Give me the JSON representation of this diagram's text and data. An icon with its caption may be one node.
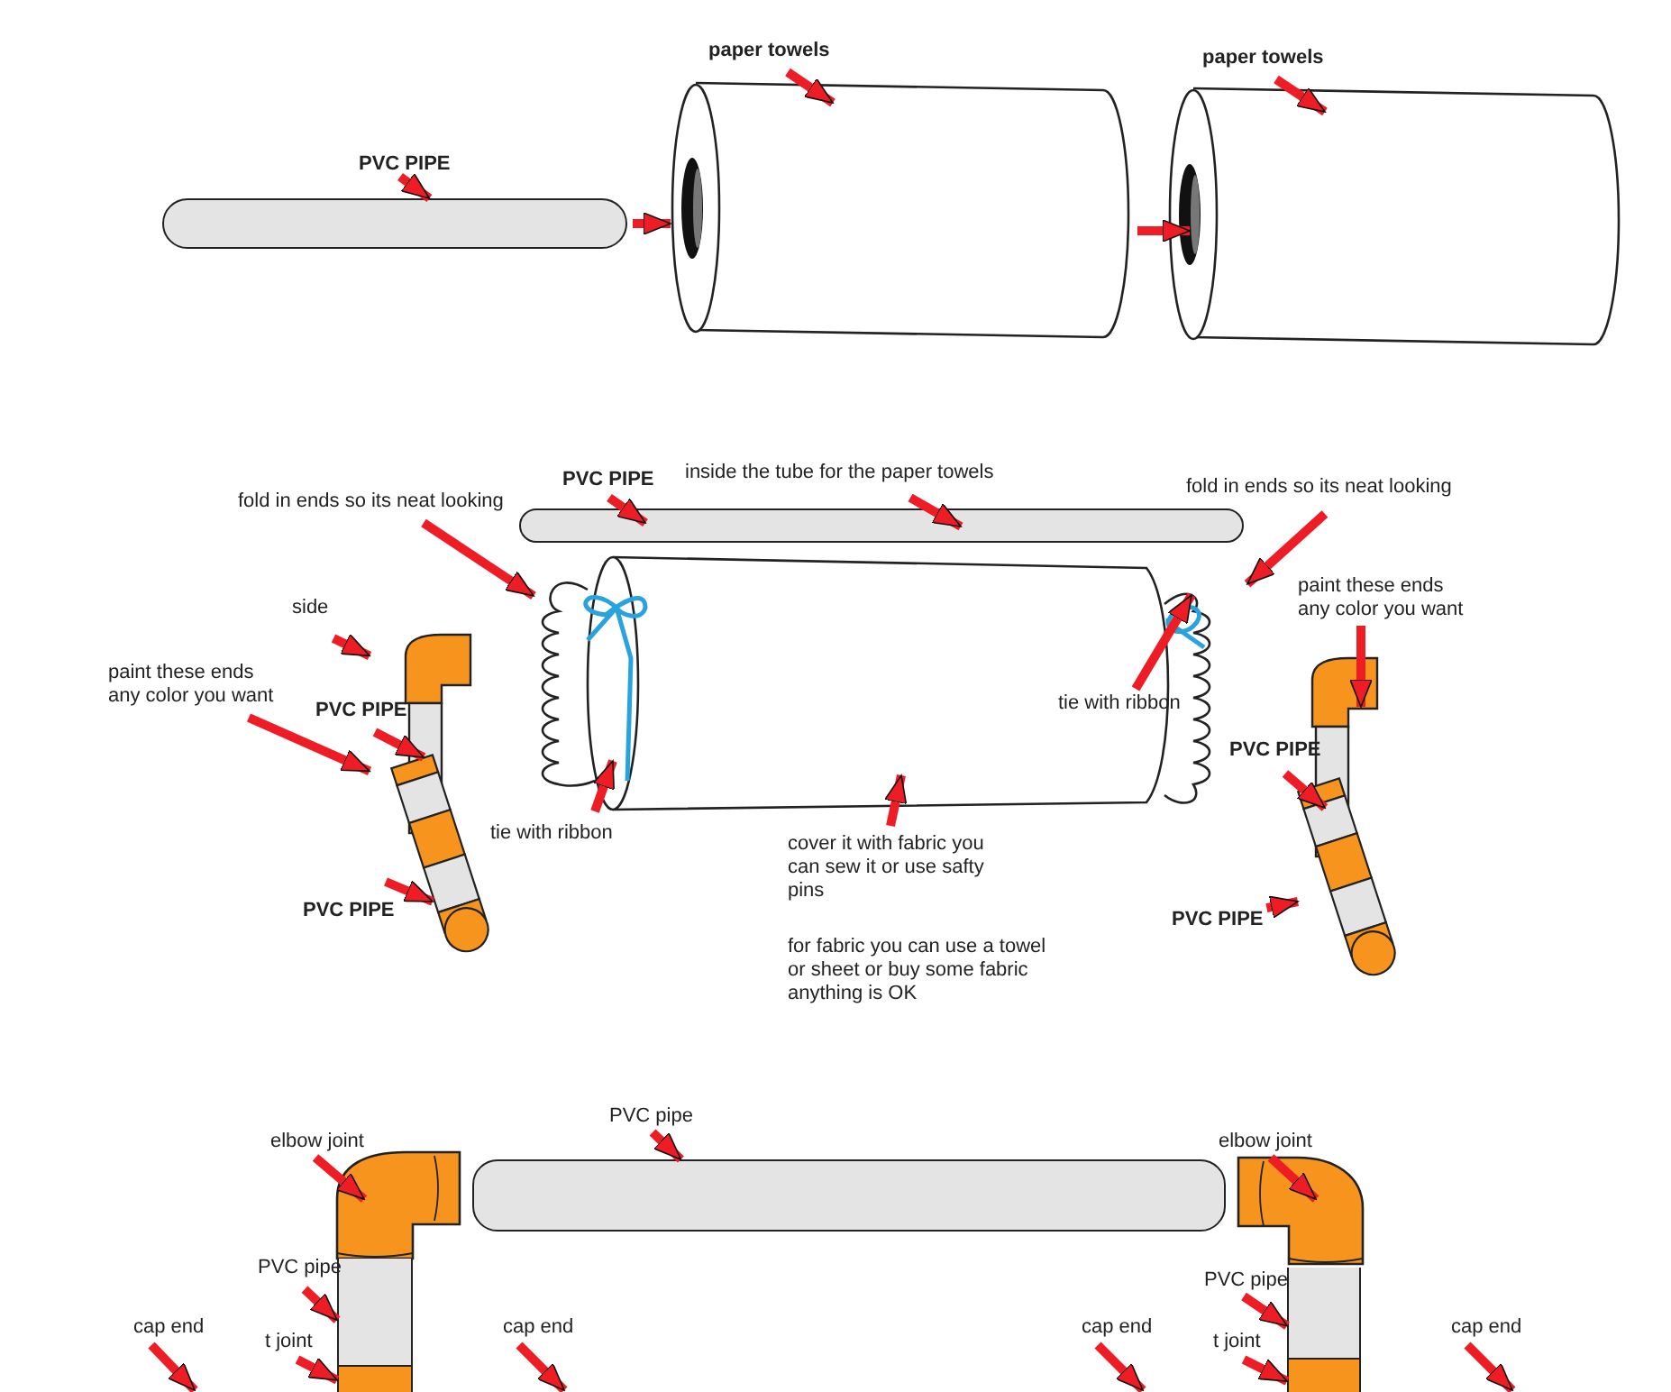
{
  "diagram": {
    "nodes": [
      {
        "text": [
          "paper towels"
        ]
      },
      {
        "text": [
          "paper towels"
        ]
      },
      {
        "text": [
          "PVC PIPE"
        ]
      },
      {
        "text": [],
        "shape": "bar"
      },
      {
        "text": [],
        "shape": "cylinder"
      },
      {
        "text": [],
        "shape": "cylinder"
      },
      {
        "text": [
          "PVC PIPE"
        ]
      },
      {
        "text": [
          "inside the tube for the paper towels"
        ]
      },
      {
        "text": [
          "fold in ends so its neat looking"
        ]
      },
      {
        "text": [
          "fold in ends so its neat looking"
        ]
      },
      {
        "text": [],
        "shape": "bar"
      },
      {
        "text": [],
        "shape": "cylinder"
      },
      {
        "text": [
          "side"
        ]
      },
      {
        "text": [
          "paint these ends any color you want"
        ]
      },
      {
        "text": [
          "PVC PIPE"
        ]
      },
      {
        "text": [],
        "shape": "picture"
      },
      {
        "text": [
          "PVC PIPE"
        ]
      },
      {
        "text": [
          "tie with ribbon"
        ]
      },
      {
        "text": [
          "tie with ribbon"
        ]
      },
      {
        "text": [
          "cover it with fabric you can sew it or use safty pins"
        ]
      },
      {
        "text": [
          "paint these ends any color you want"
        ]
      },
      {
        "text": [
          "PVC PIPE"
        ]
      },
      {
        "text": [],
        "shape": "picture"
      },
      {
        "text": [
          "PVC PIPE"
        ]
      },
      {
        "text": [
          "elbow joint"
        ]
      },
      {
        "text": [
          "PVC pipe"
        ]
      },
      {
        "text": [
          "elbow joint"
        ]
      },
      {
        "text": [],
        "shape": "picture"
      },
      {
        "text": [],
        "shape": "bar"
      },
      {
        "text": [],
        "shape": "picture"
      },
      {
        "text": [
          "PVC pipe"
        ]
      },
      {
        "text": [],
        "shape": "bar"
      },
      {
        "text": [
          "PVC pipe"
        ]
      },
      {
        "text": [],
        "shape": "bar"
      },
      {
        "text": [
          "cap end"
        ]
      },
      {
        "text": [
          "t joint"
        ]
      },
      {
        "text": [],
        "shape": "bar"
      },
      {
        "text": [
          "cap end"
        ]
      },
      {
        "text": [
          "cap end"
        ]
      },
      {
        "text": [
          "t joint"
        ]
      },
      {
        "text": [],
        "shape": "bar"
      },
      {
        "text": [
          "cap end"
        ]
      }
    ],
    "edges": [
      {
        "from": 2,
        "to": 3,
        "arrow": "to"
      },
      {
        "from": 0,
        "to": 4,
        "arrow": "to"
      },
      {
        "from": 1,
        "to": 5,
        "arrow": "to"
      },
      {
        "from": 3,
        "to": 4,
        "arrow": "to"
      },
      {
        "from": 4,
        "to": 5,
        "arrow": "to"
      },
      {
        "from": 6,
        "to": 10,
        "arrow": "to"
      },
      {
        "from": 7,
        "to": 10,
        "arrow": "to"
      },
      {
        "from": 8,
        "to": 11,
        "arrow": "to"
      },
      {
        "from": 9,
        "to": 11,
        "arrow": "to"
      },
      {
        "from": 12,
        "to": 15,
        "arrow": "to"
      },
      {
        "from": 13,
        "to": 15,
        "arrow": "to"
      },
      {
        "from": 14,
        "to": 15,
        "arrow": "to"
      },
      {
        "from": 16,
        "to": 15,
        "arrow": "to"
      },
      {
        "from": 17,
        "to": 11,
        "arrow": "to"
      },
      {
        "from": 18,
        "to": 11,
        "arrow": "to"
      },
      {
        "from": 19,
        "to": 11,
        "arrow": "to"
      },
      {
        "from": 20,
        "to": 22,
        "arrow": "to"
      },
      {
        "from": 21,
        "to": 22,
        "arrow": "to"
      },
      {
        "from": 23,
        "to": 22,
        "arrow": "to"
      },
      {
        "from": 24,
        "to": 27,
        "arrow": "to"
      },
      {
        "from": 25,
        "to": 28,
        "arrow": "to"
      },
      {
        "from": 26,
        "to": 29,
        "arrow": "to"
      },
      {
        "from": 30,
        "to": 31,
        "arrow": "to"
      },
      {
        "from": 32,
        "to": 33,
        "arrow": "to"
      },
      {
        "from": 35,
        "to": 36,
        "arrow": "to"
      },
      {
        "from": 39,
        "to": 40,
        "arrow": "to"
      },
      {
        "from": 34,
        "to": null,
        "arrow": "to"
      },
      {
        "from": 37,
        "to": null,
        "arrow": "to"
      },
      {
        "from": 38,
        "to": null,
        "arrow": "to"
      },
      {
        "from": 41,
        "to": null,
        "arrow": "to"
      }
    ],
    "labels": [
      "for fabric you can use a towel or sheet or buy some fabric anything is OK"
    ]
  }
}
